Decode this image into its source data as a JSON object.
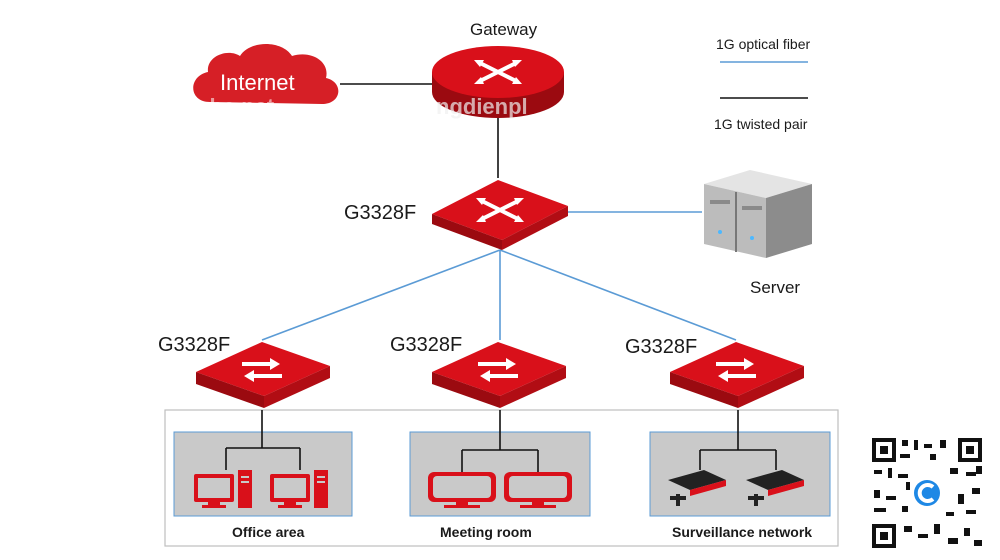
{
  "nodes": {
    "gateway": "Gateway",
    "core_switch": "G3328F",
    "access_left": "G3328F",
    "access_mid": "G3328F",
    "access_right": "G3328F",
    "server": "Server",
    "internet": "Internet"
  },
  "areas": {
    "office": "Office area",
    "meeting": "Meeting room",
    "surveillance": "Surveillance network"
  },
  "legend": {
    "fiber": "1G optical fiber",
    "twisted": "1G twisted pair"
  },
  "watermarks": {
    "left": "ohe.net",
    "center": "ngdienpl"
  },
  "colors": {
    "switch_red": "#d9101a",
    "switch_dark": "#9b0a10",
    "fiber_blue": "#5b9bd5",
    "area_fill": "#c9c9c9",
    "cloud": "#d61f26"
  },
  "icons": [
    "cloud-icon",
    "router-icon",
    "switch-icon",
    "server-icon",
    "pc-icon",
    "monitor-icon",
    "camera-icon",
    "qr-code-icon"
  ]
}
